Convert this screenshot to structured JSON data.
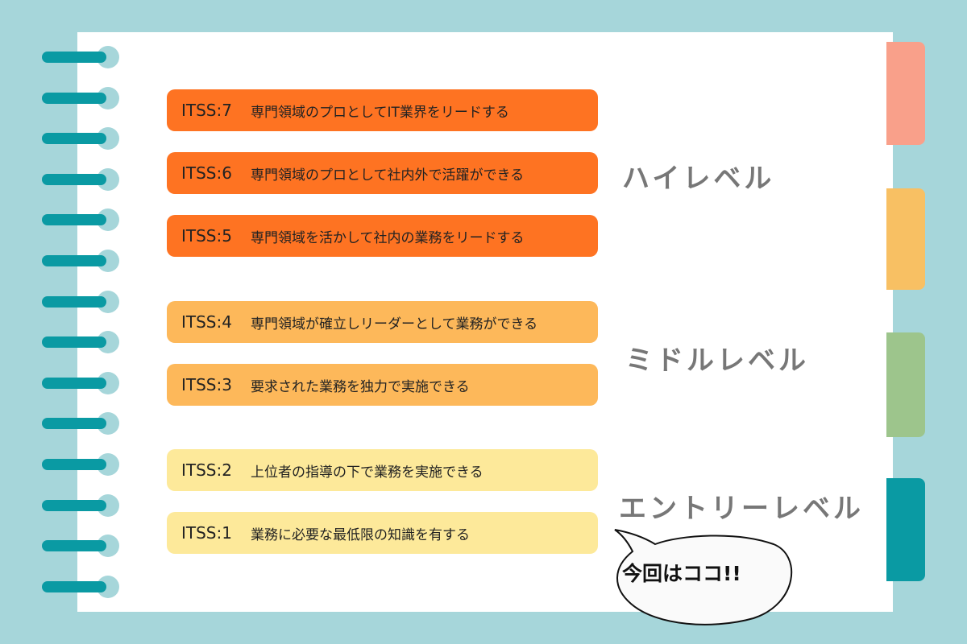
{
  "colors": {
    "background": "#a6d6da",
    "high": "#fe7322",
    "middle": "#fdb85a",
    "entry": "#fde99a",
    "ring": "#0a9aa3",
    "level_text": "#777777"
  },
  "tabs": [
    {
      "color": "#f9a08a"
    },
    {
      "color": "#f8c063"
    },
    {
      "color": "#9dc58c"
    },
    {
      "color": "#0a9aa3"
    }
  ],
  "items": [
    {
      "code": "ITSS:7",
      "desc": "専門領域のプロとしてIT業界をリードする",
      "group": "high"
    },
    {
      "code": "ITSS:6",
      "desc": "専門領域のプロとして社内外で活躍ができる",
      "group": "high"
    },
    {
      "code": "ITSS:5",
      "desc": "専門領域を活かして社内の業務をリードする",
      "group": "high"
    },
    {
      "code": "ITSS:4",
      "desc": "専門領域が確立しリーダーとして業務ができる",
      "group": "middle"
    },
    {
      "code": "ITSS:3",
      "desc": "要求された業務を独力で実施できる",
      "group": "middle"
    },
    {
      "code": "ITSS:2",
      "desc": "上位者の指導の下で業務を実施できる",
      "group": "entry"
    },
    {
      "code": "ITSS:1",
      "desc": "業務に必要な最低限の知識を有する",
      "group": "entry"
    }
  ],
  "levels": {
    "high": "ハイレベル",
    "middle": "ミドルレベル",
    "entry": "エントリーレベル"
  },
  "callout": "今回はココ!!"
}
